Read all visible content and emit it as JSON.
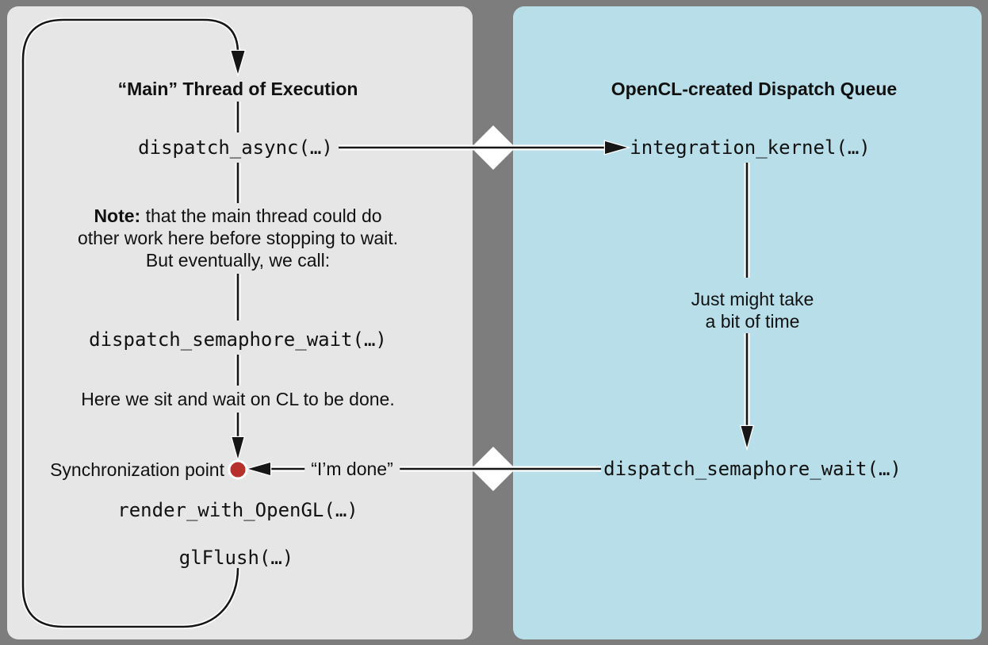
{
  "colors": {
    "background_gutter": "#7d7d7d",
    "left_panel_bg": "#e6e6e6",
    "right_panel_bg": "#b8dfe9",
    "line_color": "#161616",
    "sync_dot_red": "#b8302c",
    "diamond_white": "#ffffff"
  },
  "left_panel": {
    "title": "“Main” Thread of Execution",
    "dispatch_async_call": "dispatch_async(…)",
    "note_label": "Note:",
    "note_line1_rest": " that the main thread could do",
    "note_line2": "other work here before stopping to wait.",
    "note_line3": "But eventually, we call:",
    "dispatch_semaphore_wait_call": "dispatch_semaphore_wait(…)",
    "wait_caption": "Here we sit and wait on CL to be done.",
    "sync_point_label": "Synchronization point",
    "render_call": "render_with_OpenGL(…)",
    "glflush_call": "glFlush(…)"
  },
  "right_panel": {
    "title": "OpenCL-created Dispatch Queue",
    "integration_kernel_call": "integration_kernel(…)",
    "delay_line1": "Just might take",
    "delay_line2": "a bit of time",
    "dispatch_semaphore_wait_call": "dispatch_semaphore_wait(…)"
  },
  "messages": {
    "im_done": "“I’m done”"
  }
}
